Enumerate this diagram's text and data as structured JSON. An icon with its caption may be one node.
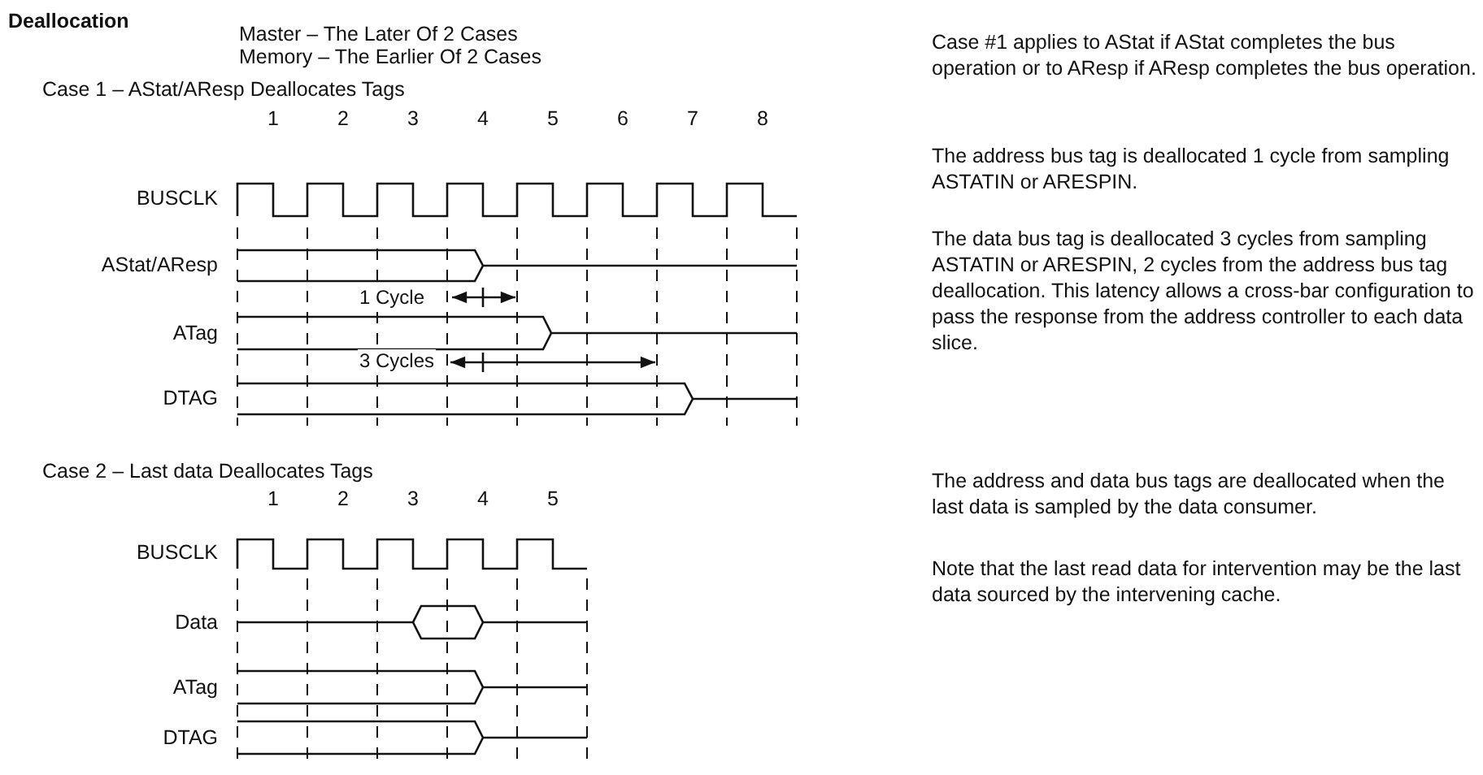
{
  "diagram": {
    "title": "Deallocation",
    "labels": [
      "Master – The Later Of 2 Cases",
      "Memory – The Earlier Of 2 Cases",
      "Case #1 applies to AStat if AStat completes the bus operation or to AResp if AResp completes the bus operation.",
      "Case 1 – AStat/AResp Deallocates Tags",
      "1",
      "2",
      "3",
      "4",
      "5",
      "6",
      "7",
      "8",
      "BUSCLK",
      "The address bus tag is deallocated 1 cycle from sampling ASTATIN or ARESPIN.",
      "AStat/AResp",
      "1 Cycle",
      "ATag",
      "The data bus tag is deallocated 3 cycles from sampling ASTATIN or ARESPIN, 2 cycles from the address bus tag deallocation. This latency allows a cross-bar configuration to pass the response from the address controller to each data slice.",
      "3 Cycles",
      "DTAG",
      "Case 2 – Last data Deallocates Tags",
      "1",
      "2",
      "3",
      "4",
      "5",
      "BUSCLK",
      "The address and data bus tags are deallocated when the last data is sampled by the data consumer.",
      "Data",
      "Note that the last read data for intervention may be the last data sourced by the intervening cache.",
      "ATag",
      "DTAG"
    ]
  }
}
